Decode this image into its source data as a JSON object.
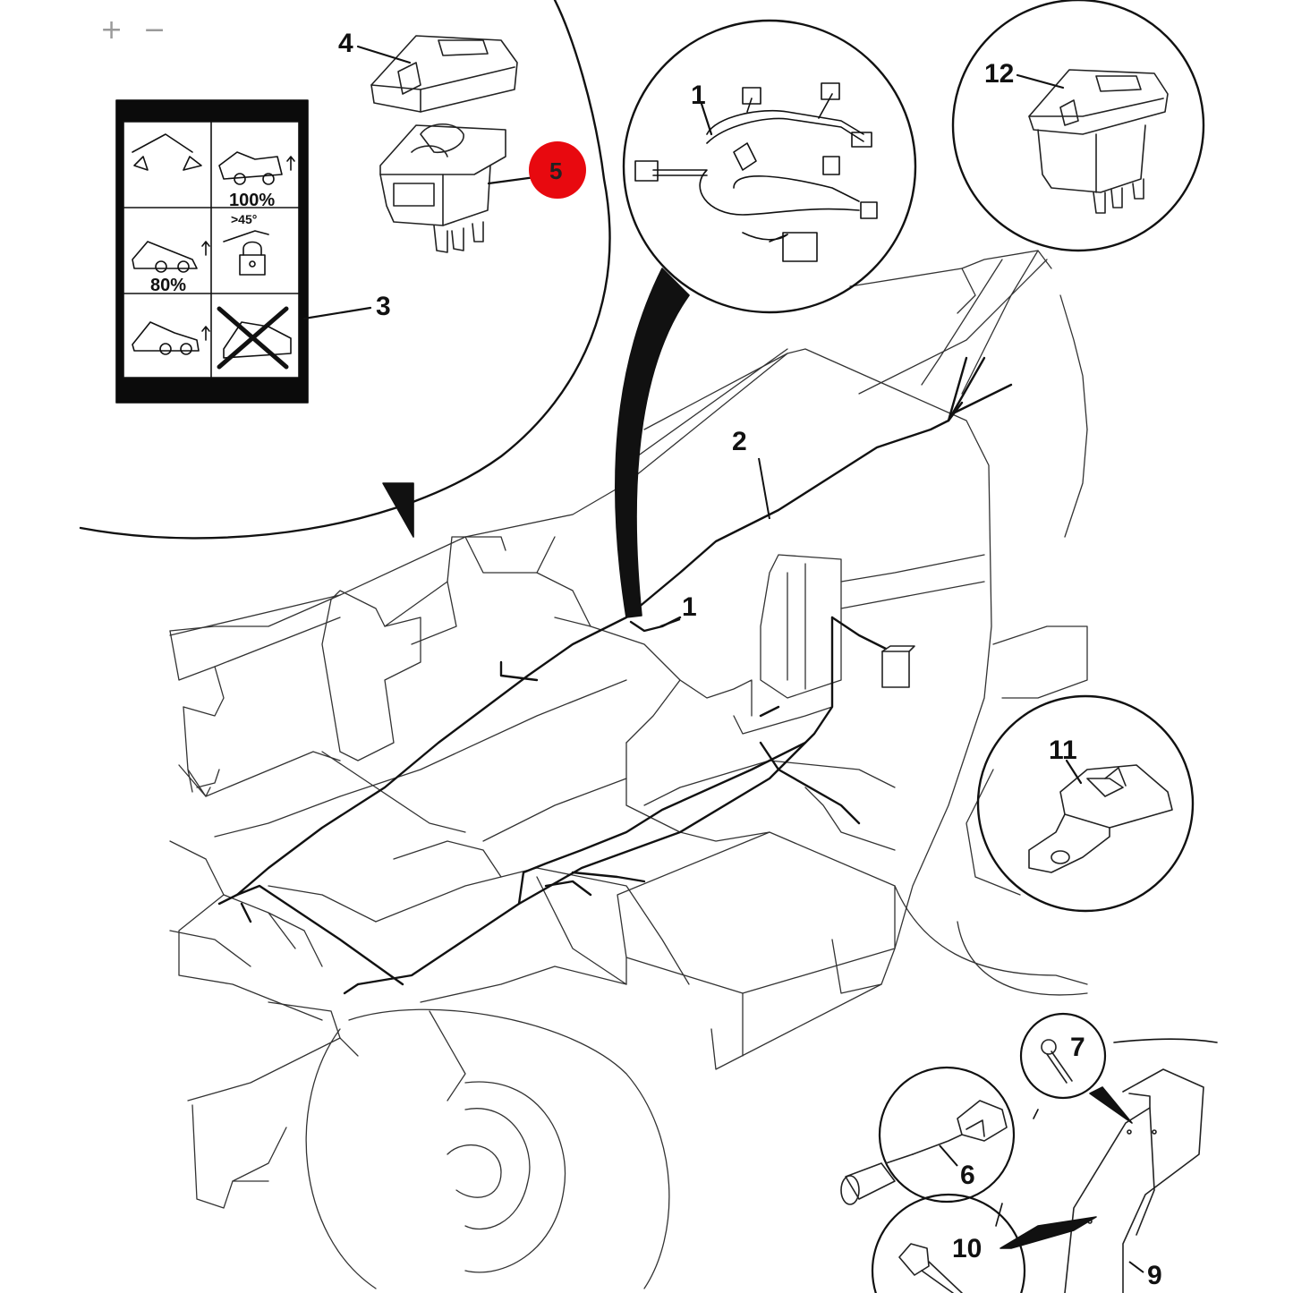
{
  "toolbar": {
    "zoom_in_label": "+",
    "zoom_out_label": "−"
  },
  "colors": {
    "line": "#111111",
    "faint_line": "#333333",
    "highlight": "#e8090f",
    "highlight_text": "#222222"
  },
  "callouts": {
    "c1_top": "1",
    "c1_main": "1",
    "c2": "2",
    "c3": "3",
    "c4": "4",
    "c5": "5",
    "c6": "6",
    "c7": "7",
    "c9": "9",
    "c10": "10",
    "c11": "11",
    "c12": "12"
  },
  "decal": {
    "label_100": "100%",
    "label_80": "80%",
    "label_45": ">45°"
  },
  "icons": [
    "zoom-in-icon",
    "zoom-out-icon",
    "padlock-icon"
  ]
}
